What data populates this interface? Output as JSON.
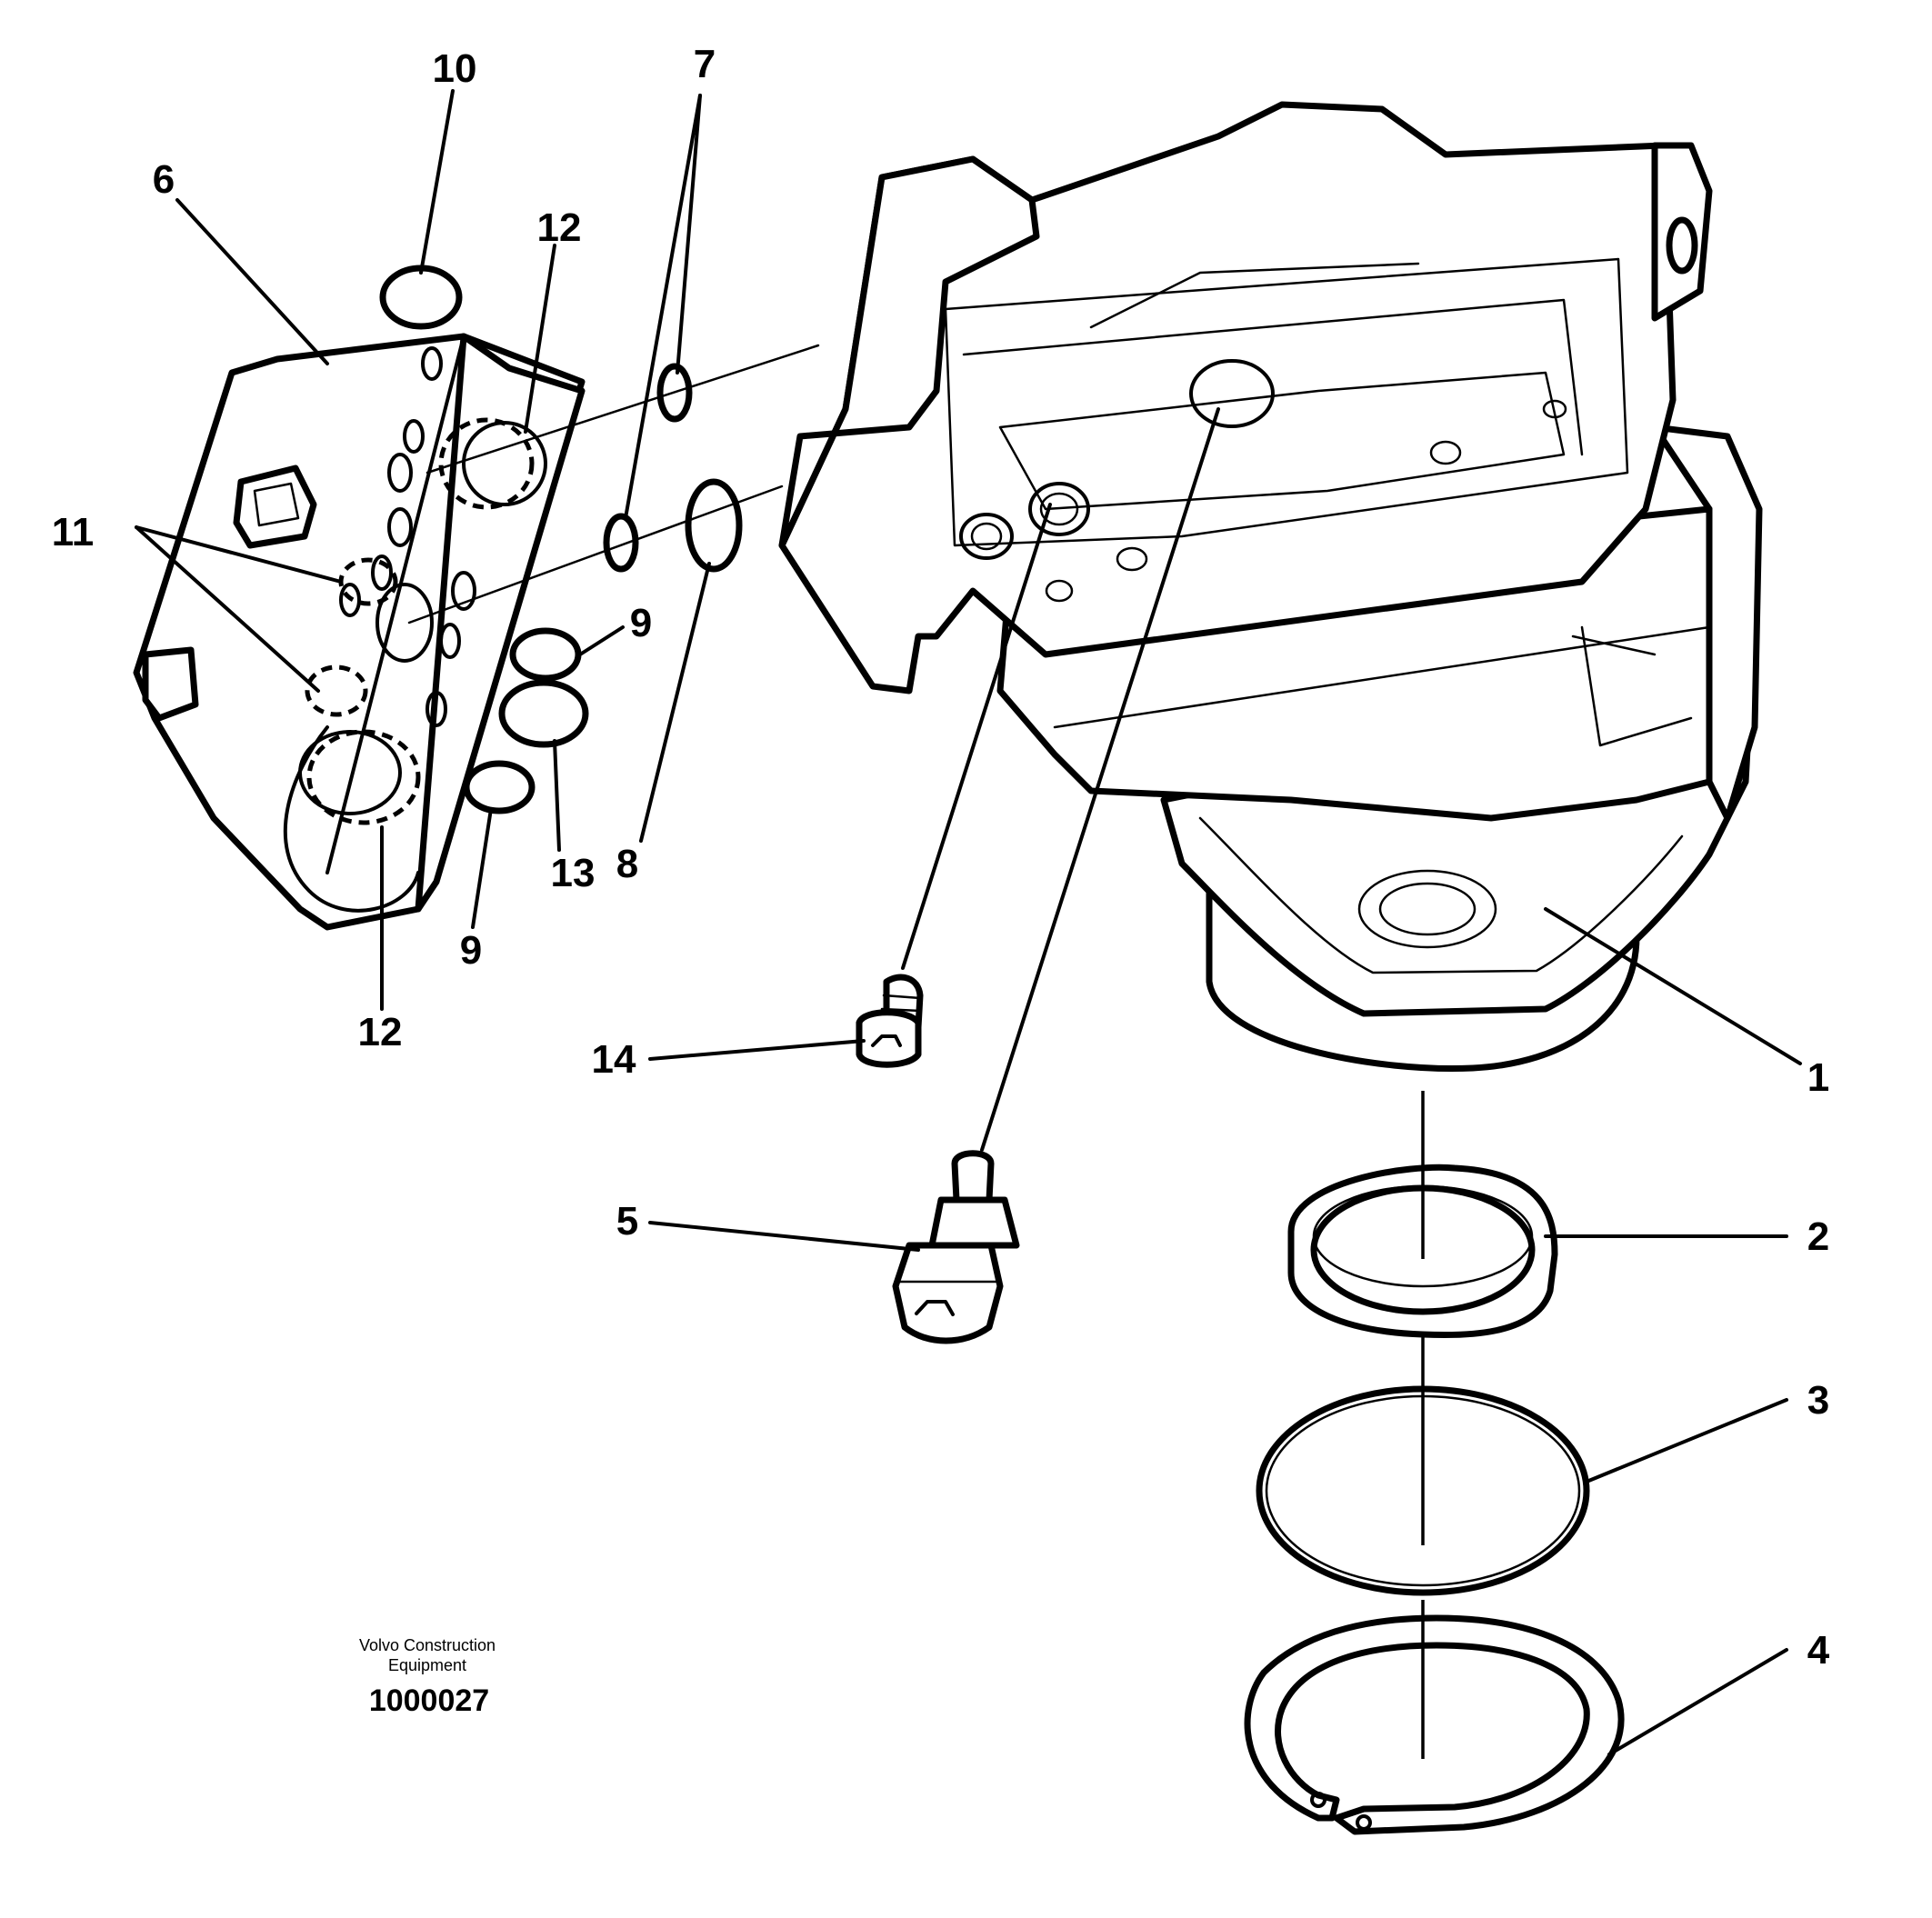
{
  "callouts": {
    "c1": "1",
    "c2": "2",
    "c3": "3",
    "c4": "4",
    "c5": "5",
    "c6": "6",
    "c7": "7",
    "c8": "8",
    "c9": "9",
    "c10": "10",
    "c11": "11",
    "c12": "12",
    "c13": "13",
    "c14": "14"
  },
  "footer": {
    "brand_line1": "Volvo Construction",
    "brand_line2": "Equipment",
    "doc_number": "1000027"
  }
}
